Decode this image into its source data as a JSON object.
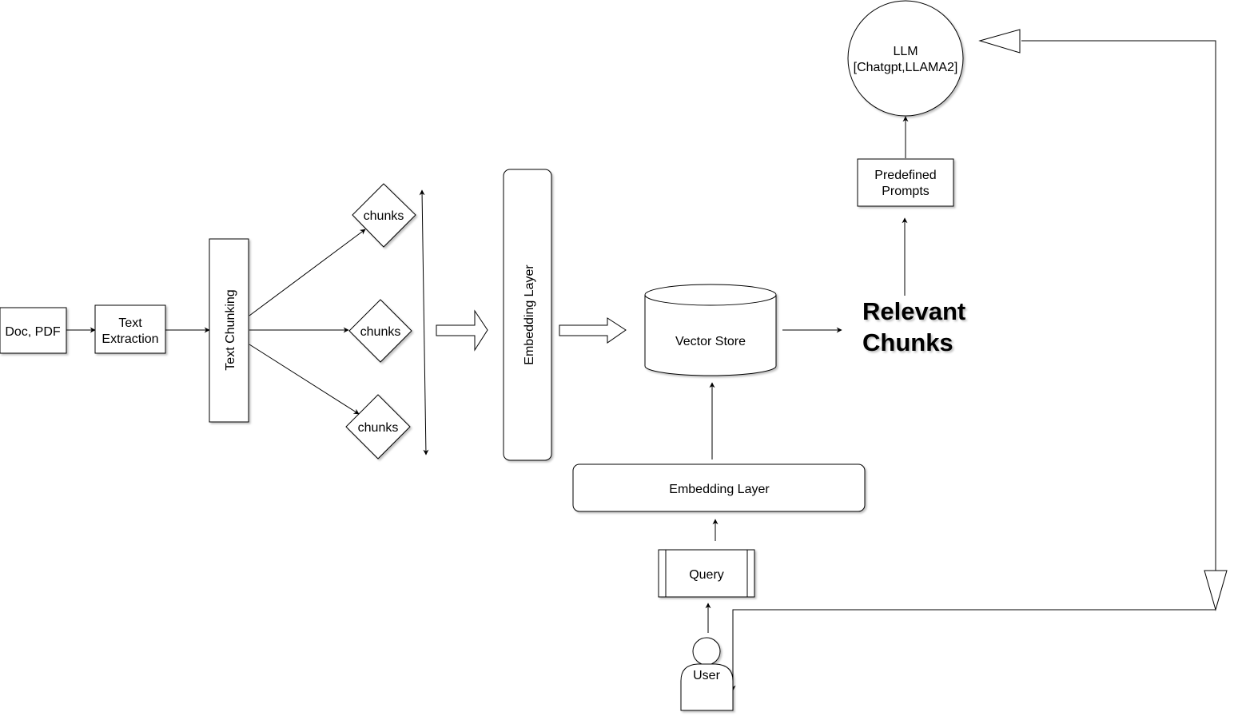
{
  "nodes": {
    "doc": "Doc, PDF",
    "text_extraction": [
      "Text",
      "Extraction"
    ],
    "text_chunking": "Text Chunking",
    "chunk_1": "chunks",
    "chunk_2": "chunks",
    "chunk_3": "chunks",
    "embedding_layer_vertical": "Embedding Layer",
    "vector_store": "Vector Store",
    "relevant_chunks": [
      "Relevant",
      "Chunks"
    ],
    "predefined_prompts": [
      "Predefined",
      "Prompts"
    ],
    "llm": [
      "LLM",
      "[Chatgpt,LLAMA2]"
    ],
    "embedding_layer_query": "Embedding Layer",
    "query": "Query",
    "user": "User"
  },
  "colors": {
    "stroke": "#000000",
    "fill": "#ffffff",
    "shadow": "#c8c8c8"
  }
}
